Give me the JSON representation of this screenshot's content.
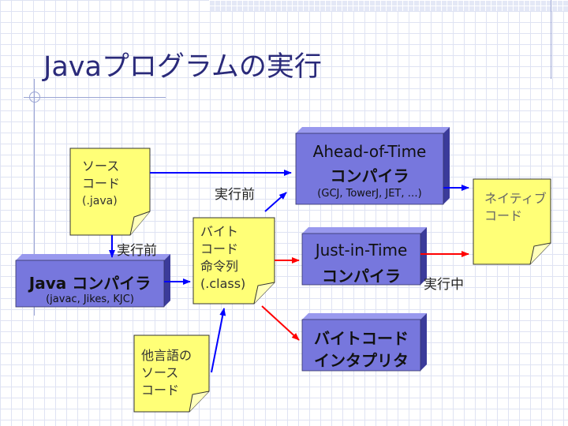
{
  "title": "Javaプログラムの実行",
  "notes": {
    "source": [
      "ソース",
      "コード",
      "(.java)"
    ],
    "bytecode": [
      "バイト",
      "コード",
      "命令列",
      "(.class)"
    ],
    "other_lang": [
      "他言語の",
      "ソース",
      "コード"
    ],
    "native": [
      "ネイティブ",
      "コード"
    ]
  },
  "boxes": {
    "java_compiler": {
      "title_bold": "Java",
      "title_rest": " コンパイラ",
      "subtitle": "(javac, Jikes, KJC)"
    },
    "aot": {
      "line1": "Ahead-of-Time",
      "line2": "コンパイラ",
      "subtitle": "(GCJ, TowerJ, JET, …)"
    },
    "jit": {
      "line1": "Just-in-Time",
      "line2": "コンパイラ"
    },
    "interpreter": {
      "line1": "バイトコード",
      "line2": "インタプリタ"
    }
  },
  "edge_labels": {
    "before_run_1": "実行前",
    "before_run_2": "実行前",
    "during_run": "実行中"
  },
  "colors": {
    "note_fill": "#ffff77",
    "box_fill": "#7777dd",
    "blue_arrow": "#0000ff",
    "red_arrow": "#ff0000"
  }
}
